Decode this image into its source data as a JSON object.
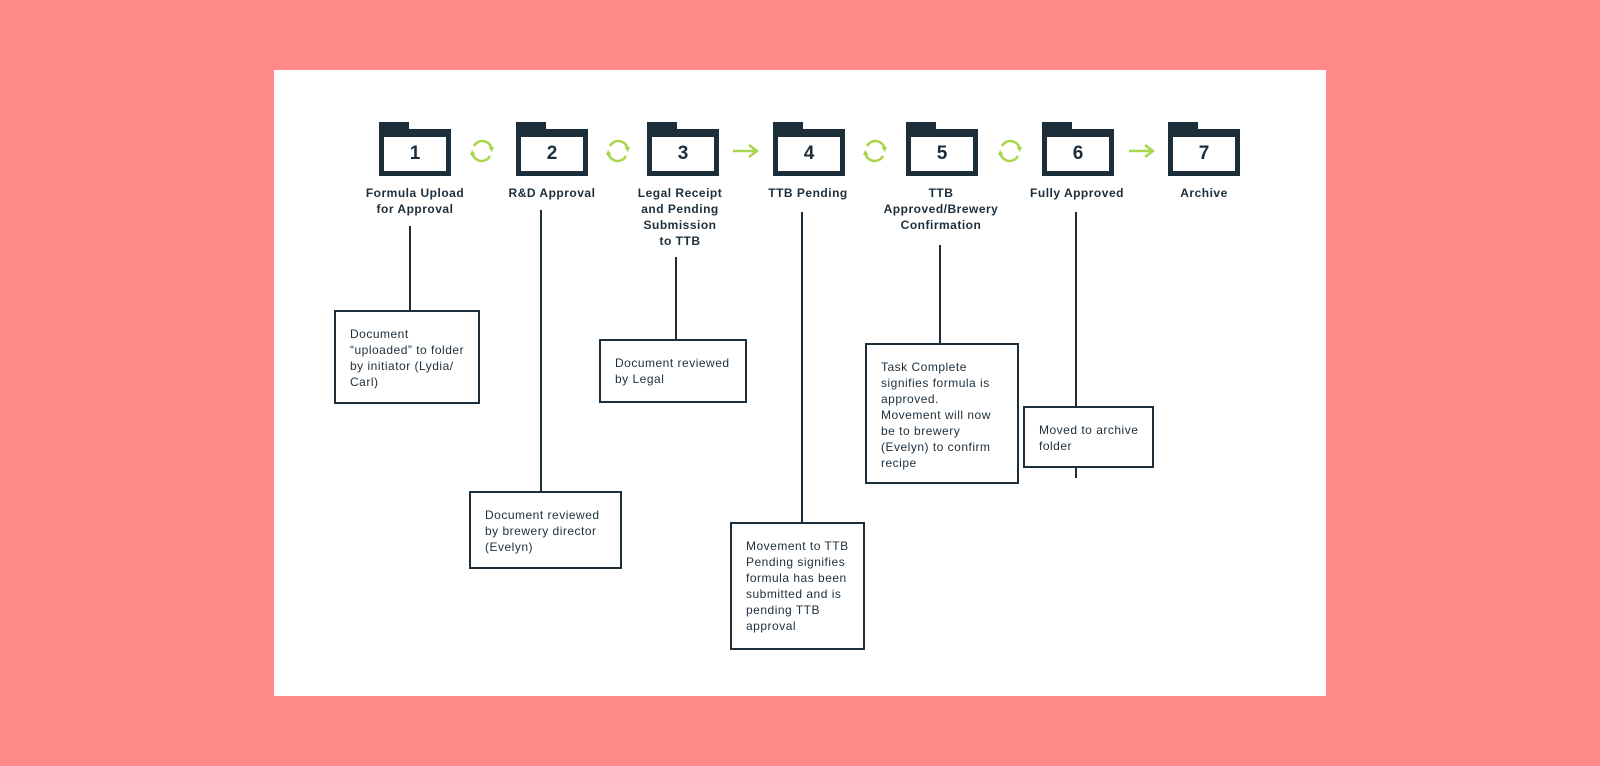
{
  "colors": {
    "background": "#ff8a88",
    "card": "#ffffff",
    "ink": "#1d2e3b",
    "connector": "#a8d54a"
  },
  "stages": [
    {
      "number": "1",
      "label": "Formula Upload\nfor Approval"
    },
    {
      "number": "2",
      "label": "R&D Approval"
    },
    {
      "number": "3",
      "label": "Legal Receipt\nand Pending\nSubmission\nto TTB"
    },
    {
      "number": "4",
      "label": "TTB Pending"
    },
    {
      "number": "5",
      "label": "TTB\nApproved/Brewery\nConfirmation"
    },
    {
      "number": "6",
      "label": "Fully Approved"
    },
    {
      "number": "7",
      "label": "Archive"
    }
  ],
  "connectors": [
    {
      "icon": "cycle-arrows-icon"
    },
    {
      "icon": "cycle-arrows-icon"
    },
    {
      "icon": "right-arrow-icon"
    },
    {
      "icon": "cycle-arrows-icon"
    },
    {
      "icon": "cycle-arrows-icon"
    },
    {
      "icon": "right-arrow-icon"
    }
  ],
  "notes": [
    {
      "text": "Document\n“uploaded” to folder\nby initiator (Lydia/\nCarl)"
    },
    {
      "text": "Document reviewed\nby brewery director\n(Evelyn)"
    },
    {
      "text": "Document reviewed\nby Legal"
    },
    {
      "text": "Movement to TTB\nPending signifies\nformula has been\nsubmitted and is\npending TTB\napproval"
    },
    {
      "text": "Task Complete\nsignifies formula is\napproved.\nMovement will now\nbe to brewery\n(Evelyn) to confirm\nrecipe"
    },
    {
      "text": "Moved to archive\nfolder"
    }
  ]
}
